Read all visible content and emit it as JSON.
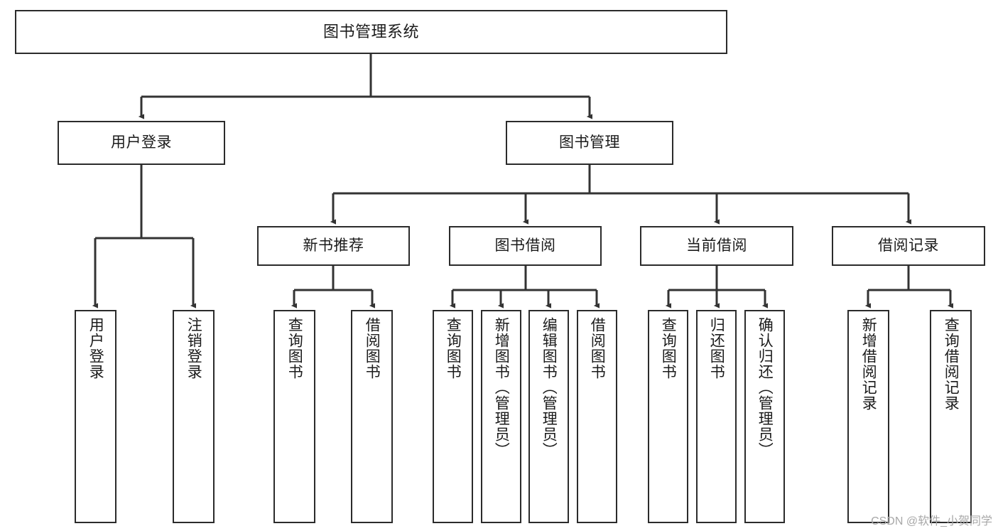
{
  "diagram": {
    "title": "图书管理系统",
    "type": "tree",
    "colors": {
      "box_border": "#2b2b2b",
      "box_fill": "#ffffff",
      "connector": "#333333",
      "text": "#1b1b1b",
      "watermark": "#a8a8a8"
    },
    "nodes": {
      "root": {
        "label": "图书管理系统"
      },
      "level1": [
        {
          "id": "user-login",
          "label": "用户登录"
        },
        {
          "id": "book-manage",
          "label": "图书管理"
        }
      ],
      "level2": [
        {
          "id": "new-book-recommend",
          "label": "新书推荐"
        },
        {
          "id": "book-borrow",
          "label": "图书借阅"
        },
        {
          "id": "current-borrow",
          "label": "当前借阅"
        },
        {
          "id": "borrow-record",
          "label": "借阅记录"
        }
      ],
      "leaves": {
        "user_login": [
          {
            "id": "leaf-user-login",
            "label": "用户登录"
          },
          {
            "id": "leaf-logout-login",
            "label": "注销登录"
          }
        ],
        "new_book_recommend": [
          {
            "id": "leaf-query-book-1",
            "label": "查询图书"
          },
          {
            "id": "leaf-borrow-book-1",
            "label": "借阅图书"
          }
        ],
        "book_borrow": [
          {
            "id": "leaf-query-book-2",
            "label": "查询图书"
          },
          {
            "id": "leaf-add-book",
            "label": "新增图书（管理员）"
          },
          {
            "id": "leaf-edit-book",
            "label": "编辑图书（管理员）"
          },
          {
            "id": "leaf-borrow-book-2",
            "label": "借阅图书"
          }
        ],
        "current_borrow": [
          {
            "id": "leaf-query-book-3",
            "label": "查询图书"
          },
          {
            "id": "leaf-return-book",
            "label": "归还图书"
          },
          {
            "id": "leaf-confirm-return",
            "label": "确认归还（管理员）"
          }
        ],
        "borrow_record": [
          {
            "id": "leaf-add-record",
            "label": "新增借阅记录"
          },
          {
            "id": "leaf-query-record",
            "label": "查询借阅记录"
          }
        ]
      }
    },
    "watermark": "CSDN @软件_小贺同学"
  }
}
